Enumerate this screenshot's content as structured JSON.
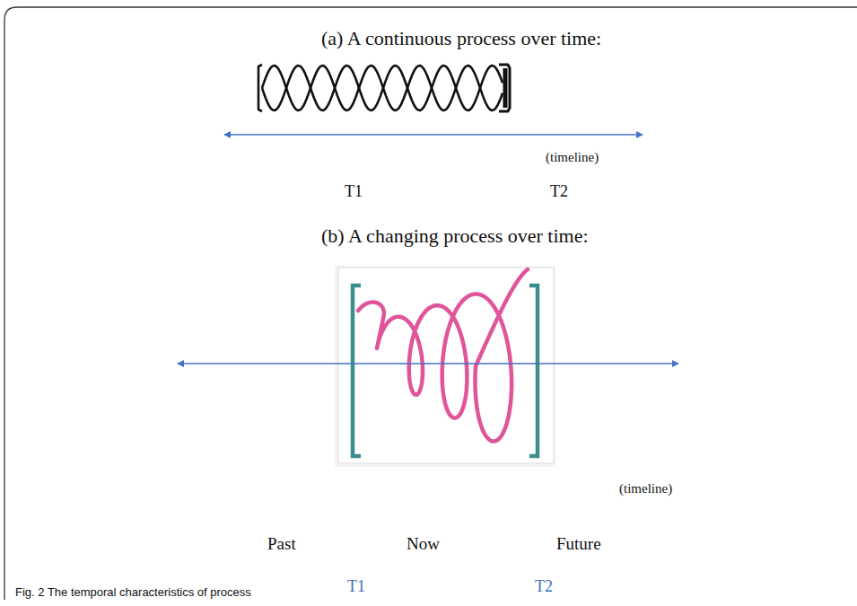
{
  "diagram": {
    "caption": "Fig. 2 The temporal characteristics of process",
    "labels": [
      "(a) A continuous process over time:",
      "(timeline)",
      "T1",
      "T2",
      "(b) A changing process over time:",
      "(timeline)",
      "Past",
      "Now",
      "Future",
      "T1",
      "T2"
    ]
  }
}
